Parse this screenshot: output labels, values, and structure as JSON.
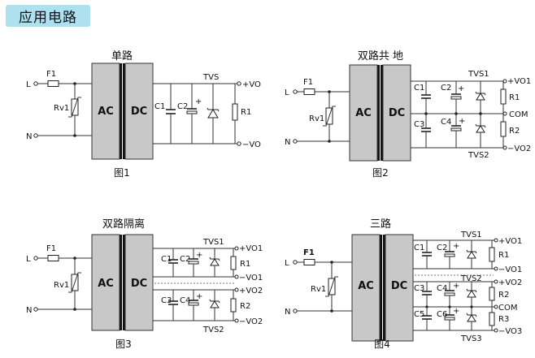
{
  "heading": "应用电路",
  "circuits": {
    "c1": {
      "title": "单路",
      "caption": "图1",
      "L": "L",
      "N": "N",
      "F1": "F1",
      "Rv1": "Rv1",
      "AC": "AC",
      "DC": "DC",
      "C1": "C1",
      "C2": "C2",
      "plus": "+",
      "TVS": "TVS",
      "R1": "R1",
      "vpos": "+VO",
      "vneg": "−VO"
    },
    "c2": {
      "title": "双路共 地",
      "caption": "图2",
      "L": "L",
      "N": "N",
      "F1": "F1",
      "Rv1": "Rv1",
      "AC": "AC",
      "DC": "DC",
      "C1": "C1",
      "C2": "C2",
      "C3": "C3",
      "C4": "C4",
      "plus1": "+",
      "plus2": "+",
      "TVS1": "TVS1",
      "TVS2": "TVS2",
      "R1": "R1",
      "R2": "R2",
      "v1": "+VO1",
      "com": "COM",
      "v2": "−VO2"
    },
    "c3": {
      "title": "双路隔离",
      "caption": "图3",
      "L": "L",
      "N": "N",
      "F1": "F1",
      "Rv1": "Rv1",
      "AC": "AC",
      "DC": "DC",
      "C1": "C1",
      "C2": "C2",
      "C3": "C3",
      "C4": "C4",
      "plus1": "+",
      "plus2": "+",
      "TVS1": "TVS1",
      "TVS2": "TVS2",
      "R1": "R1",
      "R2": "R2",
      "v1p": "+VO1",
      "v1n": "−VO1",
      "v2p": "+VO2",
      "v2n": "−VO2"
    },
    "c4": {
      "title": "三路",
      "caption": "图4",
      "L": "L",
      "N": "N",
      "F1": "F1",
      "Rv1": "Rv1",
      "AC": "AC",
      "DC": "DC",
      "C1": "C1",
      "C2": "C2",
      "C3": "C3",
      "C4": "C4",
      "C5": "C5",
      "C6": "C6",
      "plus1": "+",
      "plus2": "+",
      "plus3": "+",
      "TVS1": "TVS1",
      "TVS2": "TVS2",
      "TVS3": "TVS3",
      "R1": "R1",
      "R2": "R2",
      "R3": "R3",
      "v1p": "+VO1",
      "v1n": "−VO1",
      "v2p": "+VO2",
      "com": "COM",
      "v3n": "−VO3"
    }
  }
}
